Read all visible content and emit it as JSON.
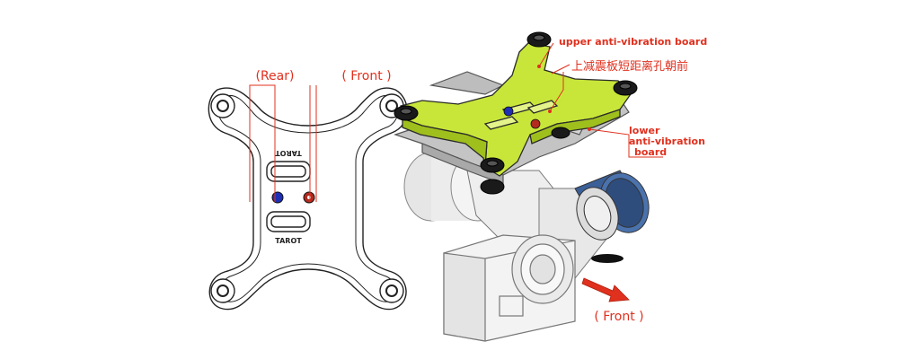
{
  "labels": {
    "rear": "(Rear)",
    "front_top": "( Front )",
    "upper_board": "upper anti-vibration board",
    "chinese_note": "上减震板短距离孔朝前",
    "lower_board_line1": "lower",
    "lower_board_line2": "anti-vibration",
    "lower_board_line3": "board",
    "front_bottom": "( Front )"
  },
  "plate_logo": {
    "top_text": "TAROT",
    "bottom_text": "TAROT"
  },
  "colors": {
    "label": "#e0301e",
    "upper_board": "#c8e63a",
    "frame": "#b9b9b9",
    "rear_dot": "#1f2fb3",
    "front_dot": "#b32a1f",
    "motor_blue": "#3b5f97",
    "arrow": "#e0301e"
  }
}
